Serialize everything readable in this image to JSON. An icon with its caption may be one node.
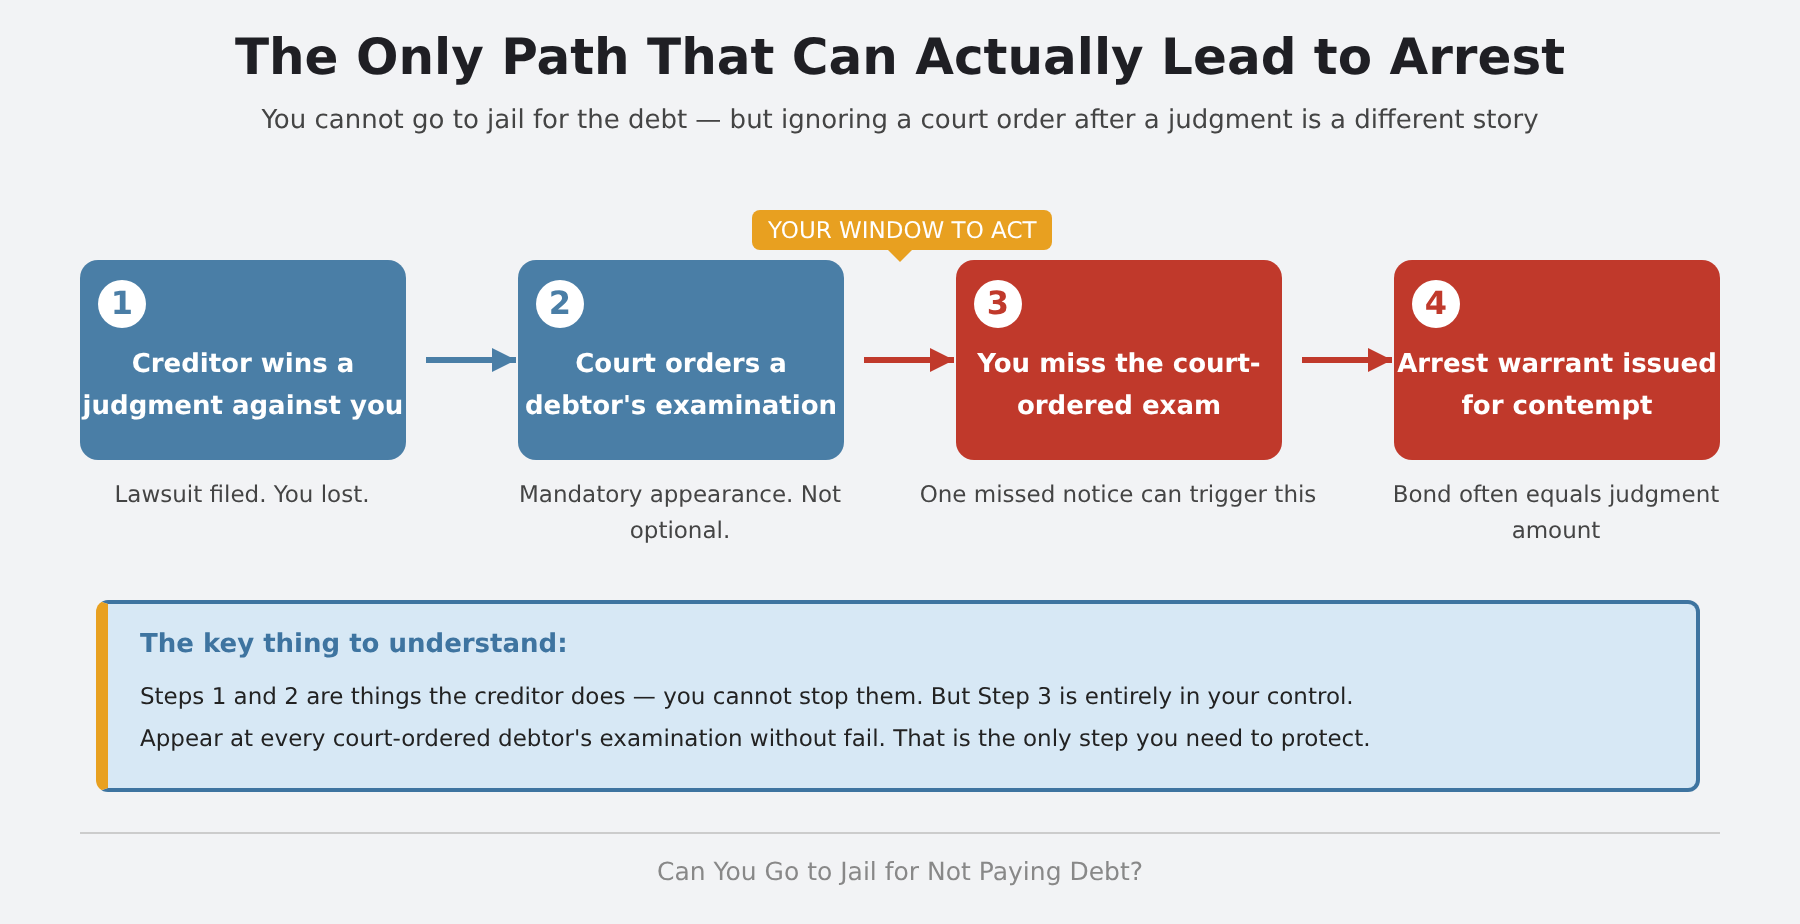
{
  "diagram": {
    "title": "The Only Path That Can Actually Lead to Arrest",
    "caption": "Can You Go to Jail for Not Paying Debt?",
    "nodes": [
      {
        "text": [
          "1",
          "Creditor wins a judgment against you"
        ],
        "beside": [
          "Lawsuit filed. You lost."
        ]
      },
      {
        "text": [
          "2",
          "Court orders a debtor's examination"
        ],
        "beside": [
          "Mandatory appearance. Not optional."
        ]
      },
      {
        "text": [
          "3",
          "You miss the court-ordered exam"
        ],
        "beside": [
          "One missed notice can trigger this"
        ]
      },
      {
        "text": [
          "4",
          "Arrest warrant issued for contempt"
        ],
        "beside": [
          "Bond often equals judgment amount"
        ]
      },
      {
        "text": [
          "YOUR WINDOW TO ACT"
        ]
      },
      {
        "text": [
          "The key thing to understand:",
          "Steps 1 and 2 are things the creditor does — you cannot stop them. But Step 3 is entirely in your control.",
          "Appear at every court-ordered debtor's examination without fail. That is the only step you need to protect."
        ]
      }
    ],
    "edges": [
      {
        "from": 0,
        "to": 1,
        "arrow": "to",
        "color": "#4a7ea6"
      },
      {
        "from": 1,
        "to": 2,
        "arrow": "to"
      },
      {
        "from": 2,
        "to": 3,
        "arrow": "to"
      }
    ],
    "labels": [
      "You cannot go to jail for the debt — but ignoring a court order after a judgment is a different story"
    ]
  }
}
